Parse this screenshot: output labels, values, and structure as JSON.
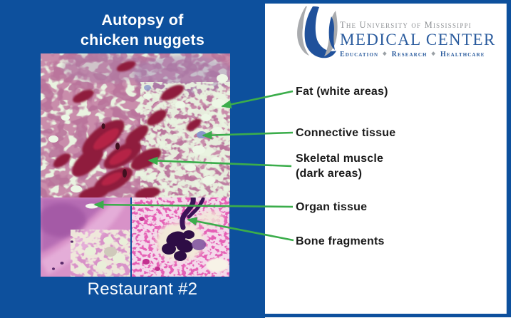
{
  "slide": {
    "title": "Autopsy of\nchicken nuggets",
    "caption": "Restaurant #2"
  },
  "logo": {
    "institution": "The University of Mississippi",
    "name": "MEDICAL CENTER",
    "tagline": [
      "Education",
      "Research",
      "Healthcare"
    ],
    "separator": "◆"
  },
  "annotations": [
    {
      "label": "Fat (white areas)"
    },
    {
      "label": "Connective tissue"
    },
    {
      "label": "Skeletal muscle\n(dark areas)"
    },
    {
      "label": "Organ tissue"
    },
    {
      "label": "Bone fragments"
    }
  ],
  "figures": {
    "main": "stained tissue micrograph (fat, connective tissue, skeletal muscle)",
    "organ": "organ tissue micrograph",
    "bone": "bone fragment micrograph"
  },
  "colors": {
    "panel_blue": "#0d509d",
    "arrow_green": "#3bad4b",
    "logo_blue": "#2b5c9e",
    "logo_gray": "#8f9295",
    "label_black": "#1a1a1a"
  }
}
